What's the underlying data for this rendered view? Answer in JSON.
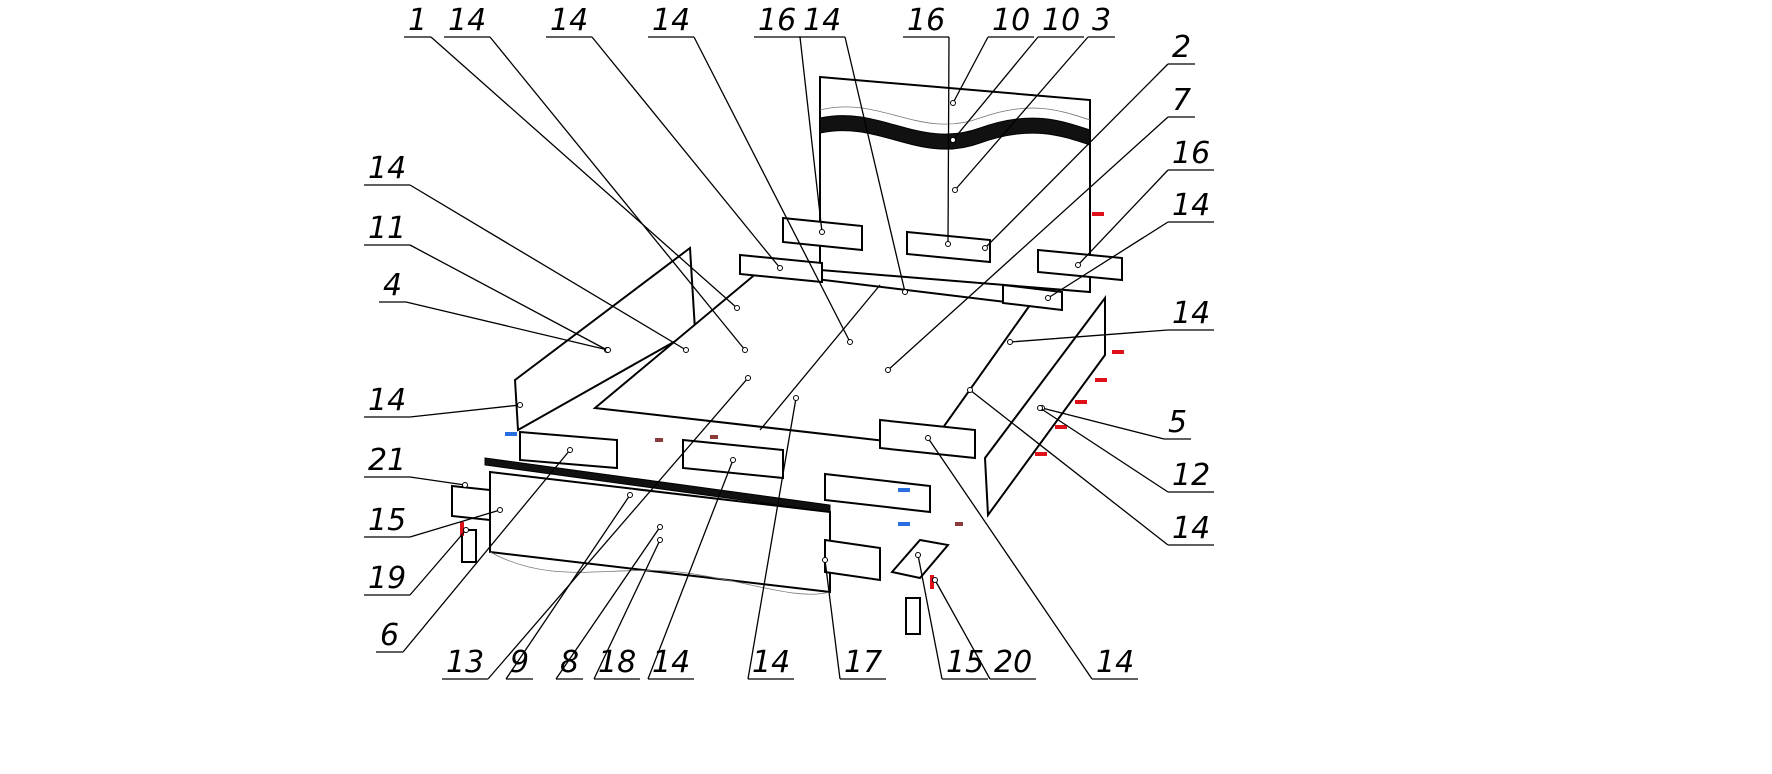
{
  "diagram": {
    "type": "exploded assembly drawing",
    "callouts": [
      "1",
      "14",
      "14",
      "14",
      "16",
      "14",
      "16",
      "10",
      "10",
      "3",
      "2",
      "7",
      "16",
      "14",
      "14",
      "5",
      "12",
      "14",
      "14",
      "20",
      "15",
      "17",
      "14",
      "14",
      "18",
      "8",
      "9",
      "13",
      "6",
      "14",
      "11",
      "4",
      "14",
      "21",
      "15",
      "19"
    ],
    "colors": {
      "line": "#000000",
      "fastener_red": "#e0101a",
      "fastener_blue": "#2a6fe0",
      "fastener_brown": "#8a3a3a"
    }
  }
}
